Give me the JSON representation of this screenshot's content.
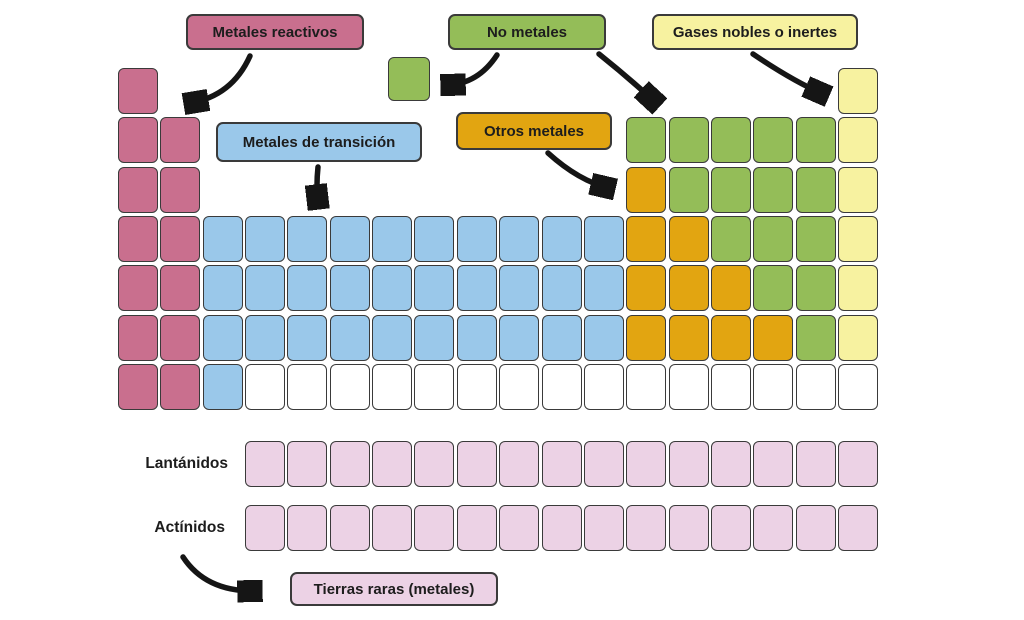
{
  "legend": {
    "reactive": {
      "label": "Metales reactivos",
      "color": "#c96f8e"
    },
    "nonmetal": {
      "label": "No metales",
      "color": "#94bd58"
    },
    "noble": {
      "label": "Gases nobles o inertes",
      "color": "#f7f2a0"
    },
    "transition": {
      "label": "Metales de transición",
      "color": "#9ac8ea"
    },
    "other": {
      "label": "Otros metales",
      "color": "#e2a511"
    },
    "rare": {
      "label": "Tierras raras (metales)",
      "color": "#ecd2e5"
    }
  },
  "side_labels": {
    "lanthanides": "Lantánidos",
    "actinides": "Actínidos"
  },
  "grid": {
    "legend_codes": {
      "R": "reactive",
      "T": "transition",
      "N": "nonmetal",
      "O": "other",
      "Y": "noble",
      "W": "empty",
      ".": "none"
    },
    "main_rows": [
      "R................Y",
      "RR..........NNNNNY",
      "RR..........ONNNNY",
      "RRTTTTTTTTTTOONNNY",
      "RRTTTTTTTTTTOOONNY",
      "RRTTTTTTTTTTOOOONY",
      "RRTWWWWWWWWWWWWWWW"
    ],
    "lanthanides_cells": 15,
    "actinides_cells": 15,
    "floating_cell": {
      "category": "nonmetal"
    },
    "empty_color": "#ffffff",
    "border_color": "#3a3a3a"
  }
}
